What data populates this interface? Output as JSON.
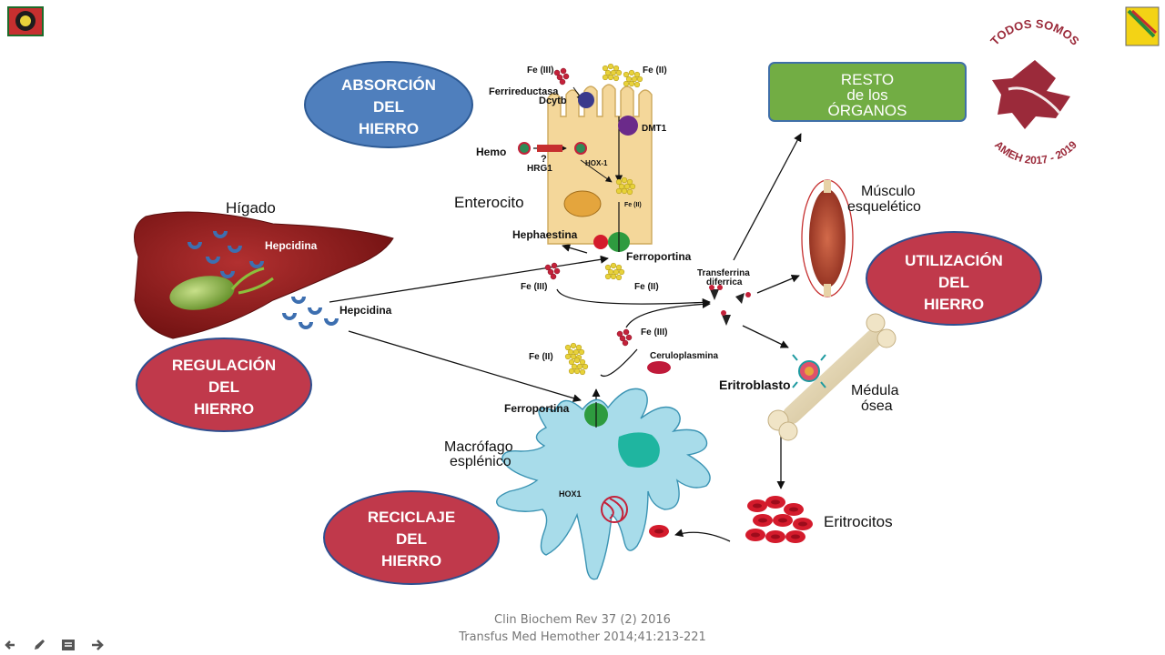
{
  "pills": {
    "absorcion": [
      "ABSORCIÓN",
      "DEL",
      "HIERRO"
    ],
    "regulacion": [
      "REGULACIÓN",
      "DEL",
      "HIERRO"
    ],
    "utilizacion": [
      "UTILIZACIÓN",
      "DEL",
      "HIERRO"
    ],
    "reciclaje": [
      "RECICLAJE",
      "DEL",
      "HIERRO"
    ],
    "resto": [
      "RESTO",
      "de los",
      "ÓRGANOS"
    ]
  },
  "labels": {
    "higado": "Hígado",
    "hepcidina_liver": "Hepcidina",
    "hepcidina": "Hepcidina",
    "enterocito": "Enterocito",
    "fe3_top": "Fe (III)",
    "fe2_top": "Fe (II)",
    "ferrireductasa": "Ferrireductasa",
    "dcytb": "Dcytb",
    "dmt1": "DMT1",
    "hemo": "Hemo",
    "q": "?",
    "hrg1": "HRG1",
    "hox1_ent": "HOX-1",
    "fe2_ent": "Fe (II)",
    "hephaestina": "Hephaestina",
    "ferroportina_ent": "Ferroportina",
    "fe3_mid": "Fe (III)",
    "fe2_mid": "Fe (II)",
    "transferrina": "Transferrina",
    "diferrica": "diferrica",
    "musculo1": "Músculo",
    "musculo2": "esquelético",
    "fe3_cer": "Fe (III)",
    "ceruloplasmina": "Ceruloplasmina",
    "fe2_mac": "Fe (II)",
    "eritroblasto": "Eritroblasto",
    "medula1": "Médula",
    "medula2": "ósea",
    "ferroportina_mac": "Ferroportina",
    "macrofago1": "Macrófago",
    "macrofago2": "esplénico",
    "hox1_mac": "HOX1",
    "eritrocitos": "Eritrocitos"
  },
  "logo": {
    "top": "TODOS SOMOS",
    "bottom": "AMEH 2017 - 2019"
  },
  "citation": {
    "line1": "Clin Biochem Rev 37 (2) 2016",
    "line2": "Transfus Med Hemother 2014;41:213-221"
  },
  "colors": {
    "blue_pill": "#4f7fbd",
    "red_pill": "#c0394b",
    "green_box": "#72ad44",
    "liver": "#8b1b1b",
    "cell": "#f4d79a",
    "macrophage": "#a8dcea",
    "iron_yellow": "#e8d23a",
    "iron_red": "#c4213a"
  },
  "icons": [
    "prev-icon",
    "pen-icon",
    "notes-icon",
    "next-icon"
  ]
}
